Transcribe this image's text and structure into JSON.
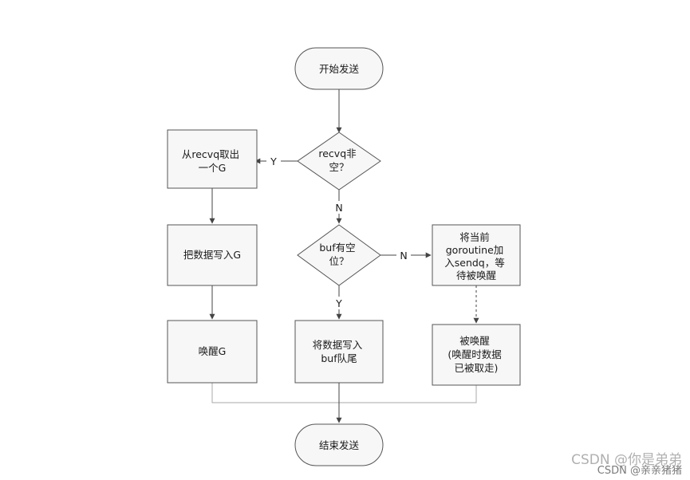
{
  "nodes": {
    "start": [
      "开始发送"
    ],
    "recvq_check": [
      "recvq非",
      "空？"
    ],
    "take_g": [
      "从recvq取出",
      "一个G"
    ],
    "write_g": [
      "把数据写入G"
    ],
    "wake_g": [
      "唤醒G"
    ],
    "buf_check": [
      "buf有空",
      "位？"
    ],
    "enqueue_sendq": [
      "将当前",
      "goroutine加",
      "入sendq，等",
      "待被唤醒"
    ],
    "write_buf": [
      "将数据写入",
      "buf队尾"
    ],
    "woken": [
      "被唤醒",
      "(唤醒时数据",
      "已被取走)"
    ],
    "end": [
      "结束发送"
    ]
  },
  "edge_labels": {
    "recvq_yes": "Y",
    "recvq_no": "N",
    "buf_no": "N",
    "buf_yes": "Y"
  },
  "watermark": {
    "main": "CSDN @你是弟弟",
    "overlay": "CSDN @亲亲猪猪"
  },
  "colors": {
    "node_fill": "#f7f7f7",
    "node_stroke": "#555555",
    "edge": "#444444",
    "merge_edge": "#aaaaaa"
  }
}
